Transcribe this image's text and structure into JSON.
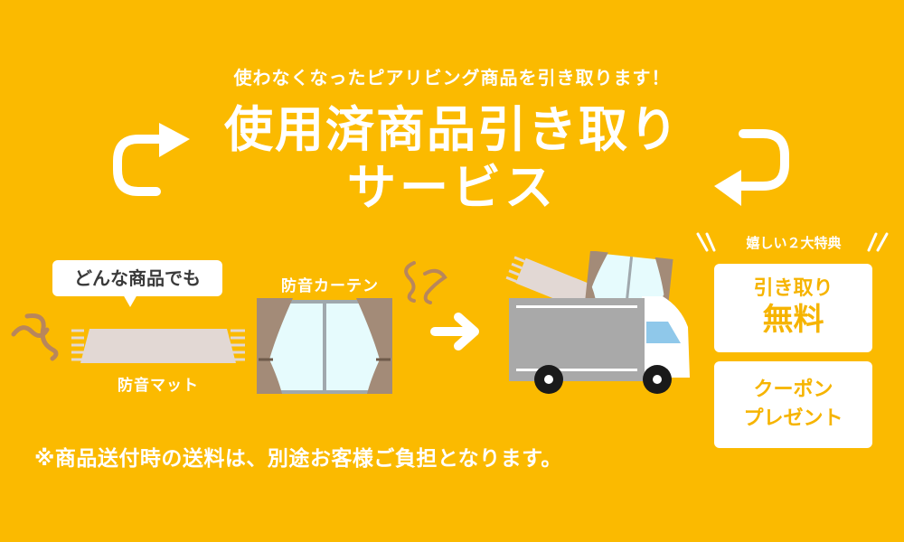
{
  "banner": {
    "subtitle": "使わなくなったピアリビング商品を引き取ります！",
    "title_line1": "使用済商品引き取り",
    "title_line2": "サービス",
    "speech_bubble": "どんな商品でも",
    "items": [
      {
        "label": "防音マット",
        "icon": "mat-icon"
      },
      {
        "label": "防音カーテン",
        "icon": "curtain-icon"
      }
    ],
    "footnote": "※商品送付時の送料は、別途お客様ご負担となります。",
    "perks": {
      "heading": "嬉しい２大特典",
      "cards": [
        {
          "line1": "引き取り",
          "line2": "無料"
        },
        {
          "line1": "クーポン",
          "line2": "プレゼント"
        }
      ]
    },
    "colors": {
      "background": "#fbba00",
      "accent_text": "#f6b400",
      "curtain": "#a38b78",
      "window": "#e6fbfd",
      "mat": "#e2d8d4",
      "truck_cargo": "#a9a9a9",
      "squiggle": "#b8865c"
    }
  }
}
